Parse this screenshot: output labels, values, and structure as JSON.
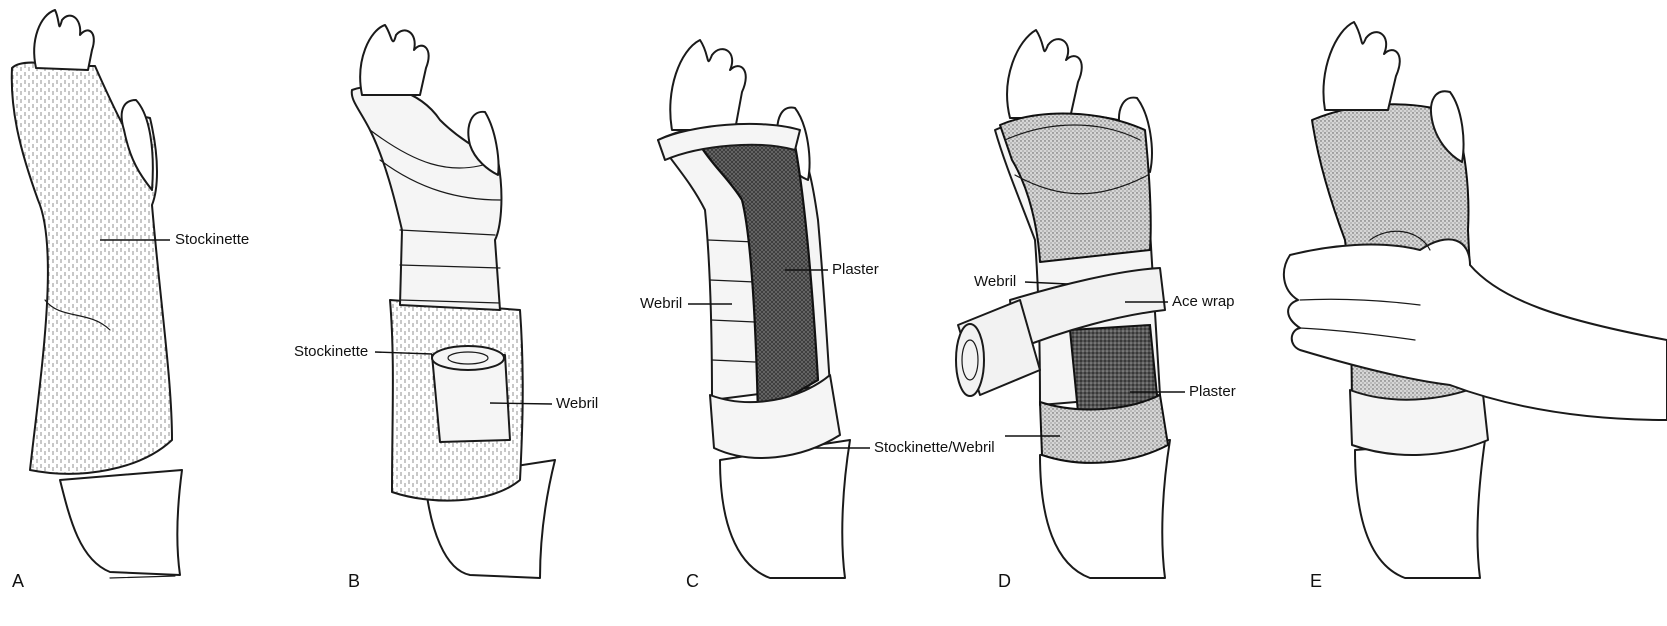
{
  "panels": [
    {
      "letter": "A",
      "labels": [
        "Stockinette"
      ]
    },
    {
      "letter": "B",
      "labels": [
        "Stockinette",
        "Webril"
      ]
    },
    {
      "letter": "C",
      "labels": [
        "Plaster",
        "Webril",
        "Stockinette/Webril"
      ]
    },
    {
      "letter": "D",
      "labels": [
        "Webril",
        "Ace wrap",
        "Plaster",
        "Stockinette/Webril"
      ]
    },
    {
      "letter": "E",
      "labels": []
    }
  ]
}
